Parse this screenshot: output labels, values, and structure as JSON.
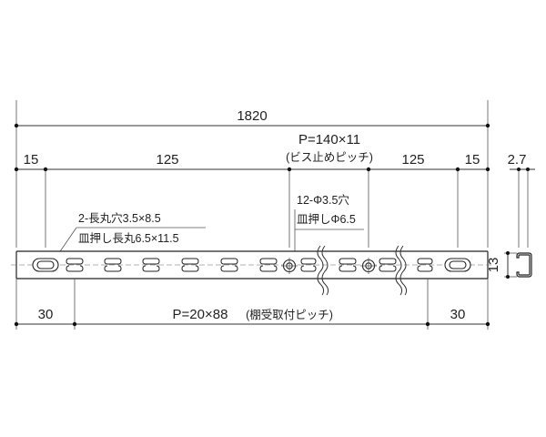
{
  "dimensions": {
    "overall_length": "1820",
    "end_left": "15",
    "end_right": "15",
    "pitch_left": "125",
    "pitch_right": "125",
    "screw_pitch": "P=140×11",
    "screw_pitch_note": "(ビス止めピッチ)",
    "thickness": "2.7",
    "height": "13",
    "edge_left": "30",
    "edge_right": "30",
    "shelf_pitch": "P=20×88",
    "shelf_pitch_note": "(棚受取付ピッチ)"
  },
  "callouts": {
    "slot_line1": "2-長丸穴3.5×8.5",
    "slot_line2": "皿押し長丸6.5×11.5",
    "hole_line1": "12-Φ3.5穴",
    "hole_line2": "皿押しΦ6.5"
  }
}
